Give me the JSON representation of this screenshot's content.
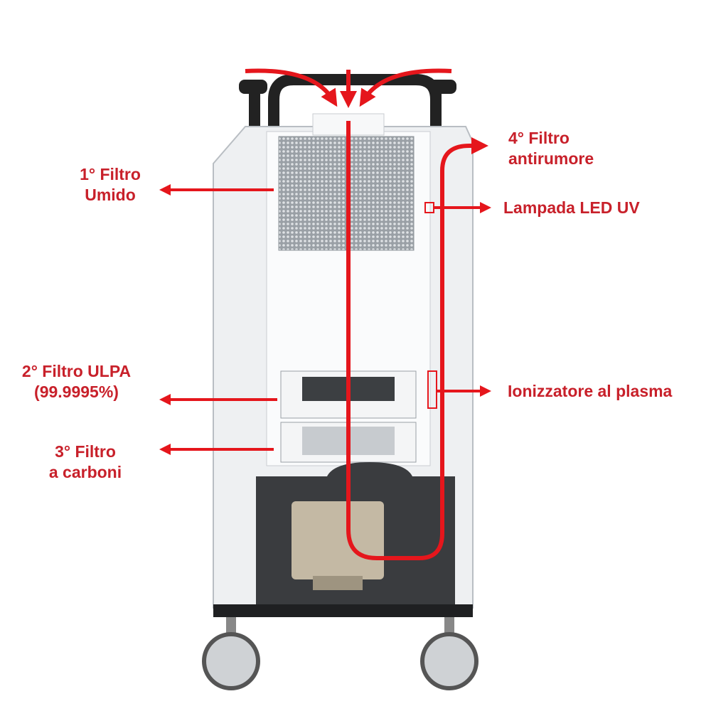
{
  "labels": {
    "filter1": {
      "line1": "1° Filtro",
      "line2": "Umido"
    },
    "filter2": {
      "line1": "2° Filtro ULPA",
      "line2": "(99.9995%)"
    },
    "filter3": {
      "line1": "3° Filtro",
      "line2": "a carboni"
    },
    "filter4": {
      "line1": "4° Filtro",
      "line2": "antirumore"
    },
    "uv_lamp": "Lampada LED UV",
    "ionizer": "Ionizzatore al plasma"
  },
  "colors": {
    "label": "#c8202a",
    "flow": "#e5161c",
    "body": "#f4f5f6",
    "housing": "#3a3c3f"
  }
}
